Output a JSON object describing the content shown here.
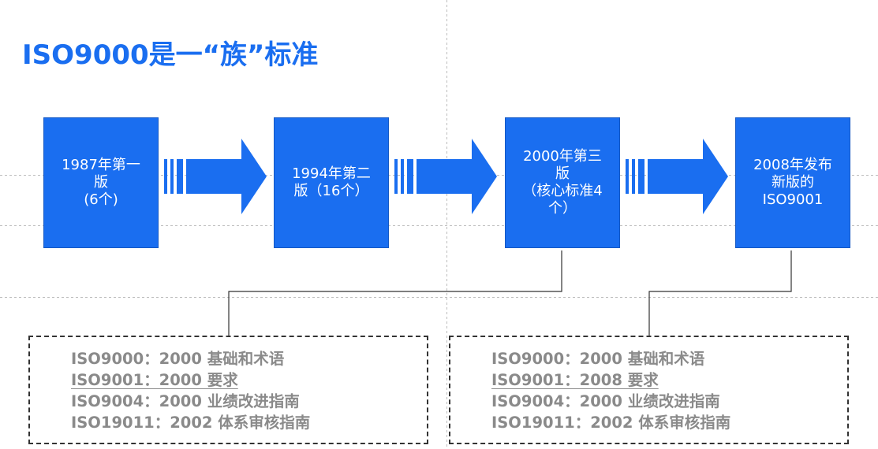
{
  "title": "ISO9000是一“族”标准",
  "colors": {
    "accent": "#1a6ef0",
    "muted_text": "#8a8a8a",
    "connector": "#333333"
  },
  "stages": [
    {
      "label": "1987年第一\n版\n(6个)"
    },
    {
      "label": "1994年第二\n版（16个）"
    },
    {
      "label": "2000年第三\n版\n（核心标准4\n个）"
    },
    {
      "label": "2008年发布\n新版的\nISO9001"
    }
  ],
  "standard_groups": [
    {
      "lines": [
        "ISO9000：2000  基础和术语",
        "ISO9001：2000  要求",
        "ISO9004：2000  业绩改进指南",
        "ISO19011：2002 体系审核指南"
      ]
    },
    {
      "lines": [
        "ISO9000：2000  基础和术语",
        "ISO9001：2008  要求",
        "ISO9004：2000  业绩改进指南",
        "ISO19011：2002 体系审核指南"
      ]
    }
  ]
}
